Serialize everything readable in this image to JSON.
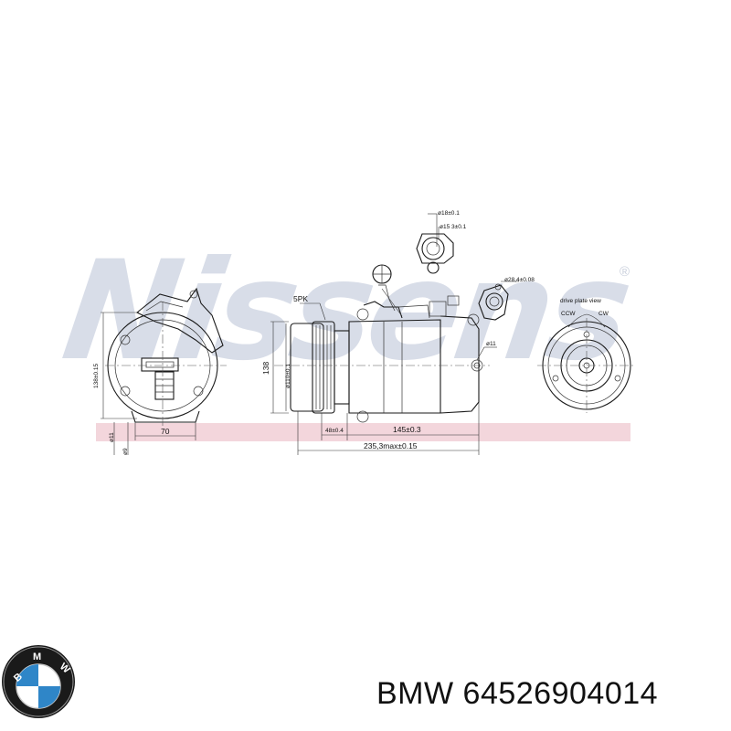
{
  "watermark": {
    "text": "Nissens",
    "registered_mark": "®"
  },
  "drawing": {
    "labels": {
      "pulley_grooves": "5PK",
      "diameter_top_1": "ø18±0.1",
      "diameter_top_2": "ø15 3±0.1",
      "diameter_side": "ø28,4±0.08",
      "diameter_mount": "ø11",
      "height_main": "138",
      "height_front": "138±0.15",
      "pulley_diameter": "ø110±0.1",
      "width_front": "70",
      "hole_1": "ø11",
      "hole_2": "ø9",
      "length_1": "48±0.4",
      "length_2": "145±0.3",
      "length_total": "235,3max±0.15",
      "drive_plate_title": "drive plate view",
      "rotation_ccw": "CCW",
      "rotation_cw": "CW"
    }
  },
  "brand": {
    "logo_letters": "BMW",
    "name": "BMW",
    "part_number": "64526904014"
  },
  "colors": {
    "band": "#f3d6dc",
    "watermark": "#d8dde8",
    "logo_blue": "#2f86c8"
  }
}
